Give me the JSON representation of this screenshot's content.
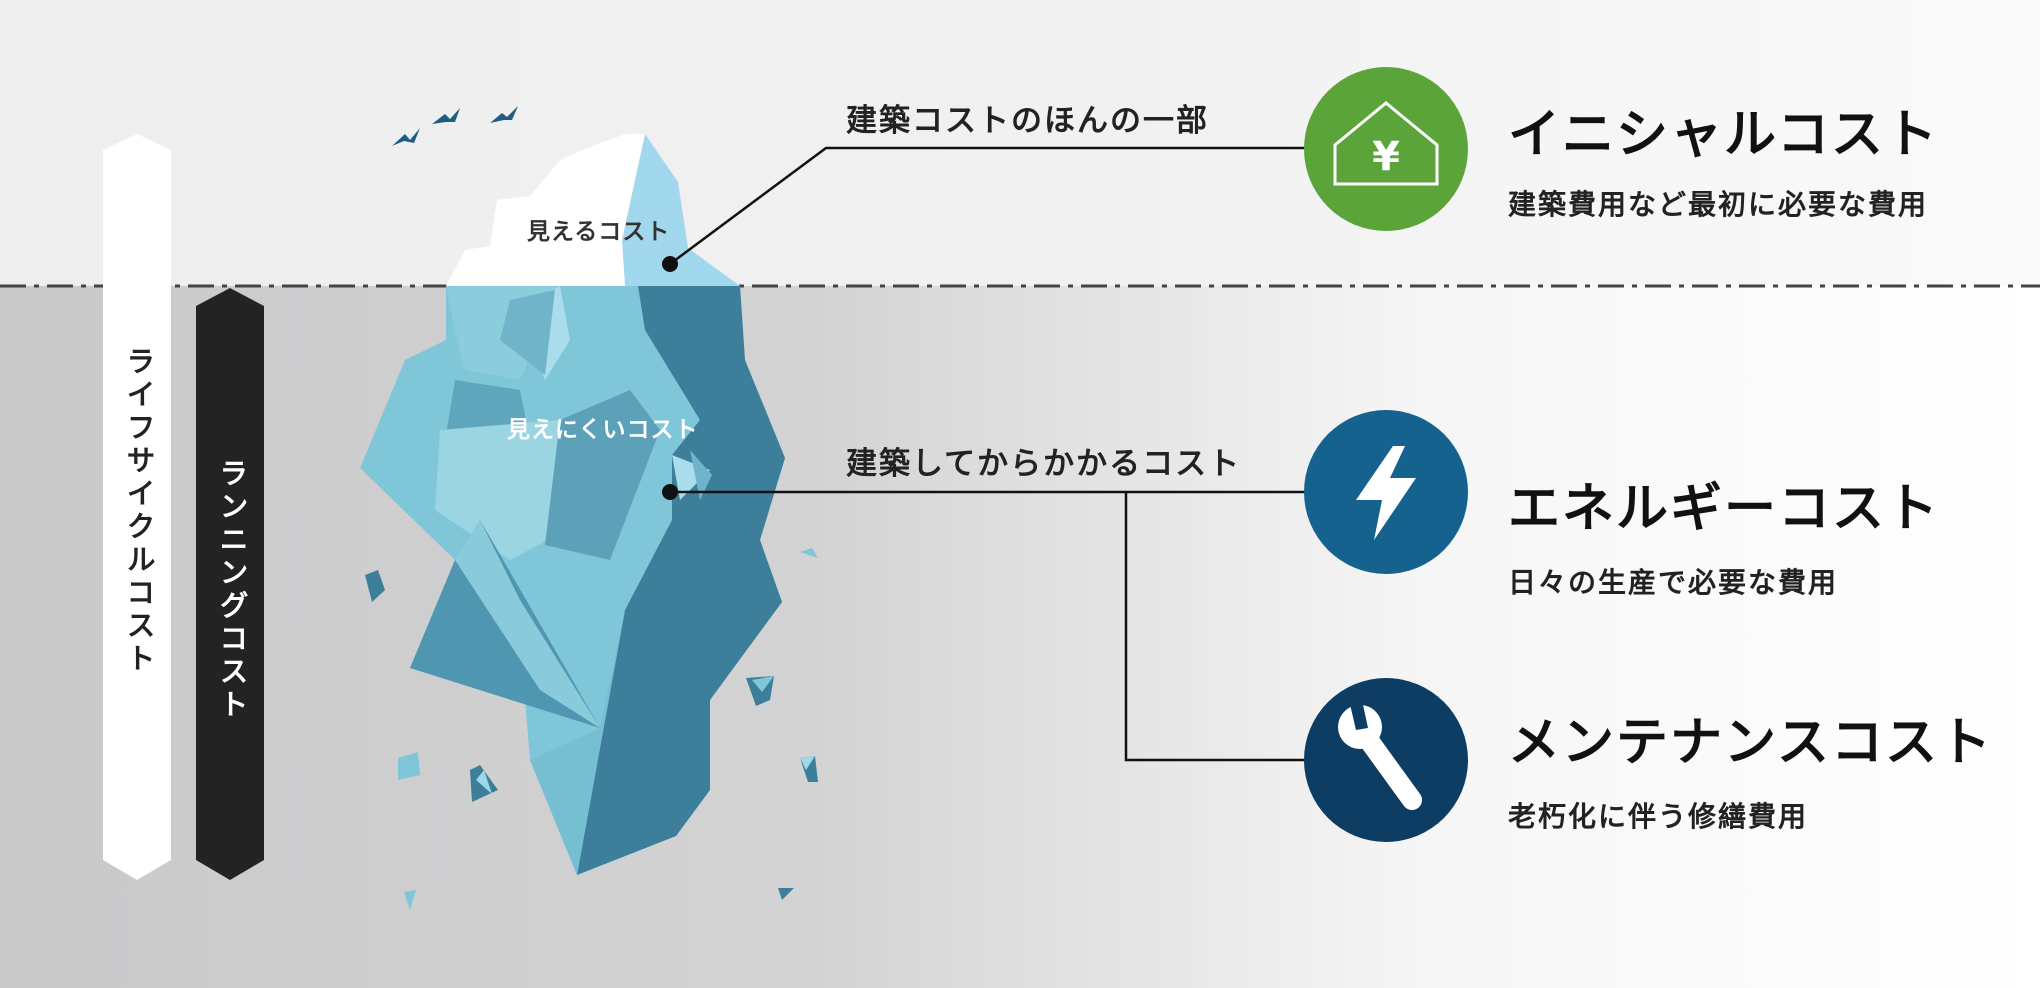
{
  "bars": {
    "lifecycle_label": "ライフサイクルコスト",
    "running_label": "ランニングコスト"
  },
  "iceberg": {
    "visible_label": "見えるコスト",
    "hidden_label": "見えにくいコスト"
  },
  "callouts": {
    "top": "建築コストのほんの一部",
    "bottom": "建築してからかかるコスト"
  },
  "costs": [
    {
      "title": "イニシャルコスト",
      "description": "建築費用など最初に必要な費用",
      "icon": "yen-house-icon",
      "color": "#5BA43A"
    },
    {
      "title": "エネルギーコスト",
      "description": "日々の生産で必要な費用",
      "icon": "lightning-bolt-icon",
      "color": "#15628F"
    },
    {
      "title": "メンテナンスコスト",
      "description": "老朽化に伴う修繕費用",
      "icon": "wrench-icon",
      "color": "#0E3D63"
    }
  ],
  "icon_text": {
    "yen": "¥"
  },
  "colors": {
    "sky": "#F2F2F2",
    "water": "#C8C8C9",
    "ice_light": "#9ED6EA",
    "ice_mid": "#7FC6D8",
    "ice_dark": "#3D7F9B",
    "bird": "#1F5E82"
  }
}
